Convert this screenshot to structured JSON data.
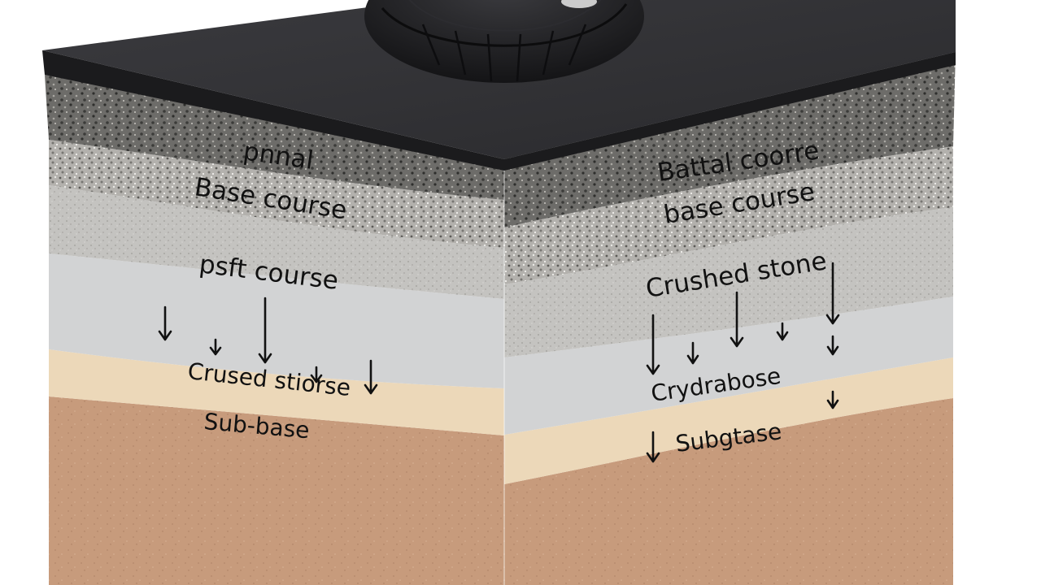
{
  "diagram": {
    "type": "pavement cross-section block",
    "colors": {
      "surface": "#2f2f33",
      "surface_edge": "#1b1b1d",
      "dark_aggregate": "#6d6c69",
      "light_aggregate": "#b3b1ad",
      "crushed_stone": "#c4c3c0",
      "pale_stone": "#d2d3d4",
      "sand_band": "#ecd8b9",
      "soil": "#c79b7c",
      "tire": "#1f1f22"
    },
    "objects": [
      {
        "name": "tire",
        "icon": "tire-icon"
      },
      {
        "name": "surface",
        "icon": "asphalt-surface"
      }
    ],
    "left_labels": [
      {
        "text": "pnnal"
      },
      {
        "text": "Base course"
      },
      {
        "text": "psft course"
      },
      {
        "text": "Crused stiorse"
      },
      {
        "text": "Sub-base"
      }
    ],
    "right_labels": [
      {
        "text": "Battal coorre"
      },
      {
        "text": "base course"
      },
      {
        "text": "Crushed stone"
      },
      {
        "text": "Crydrabose"
      },
      {
        "text": "Subgtase"
      }
    ]
  }
}
